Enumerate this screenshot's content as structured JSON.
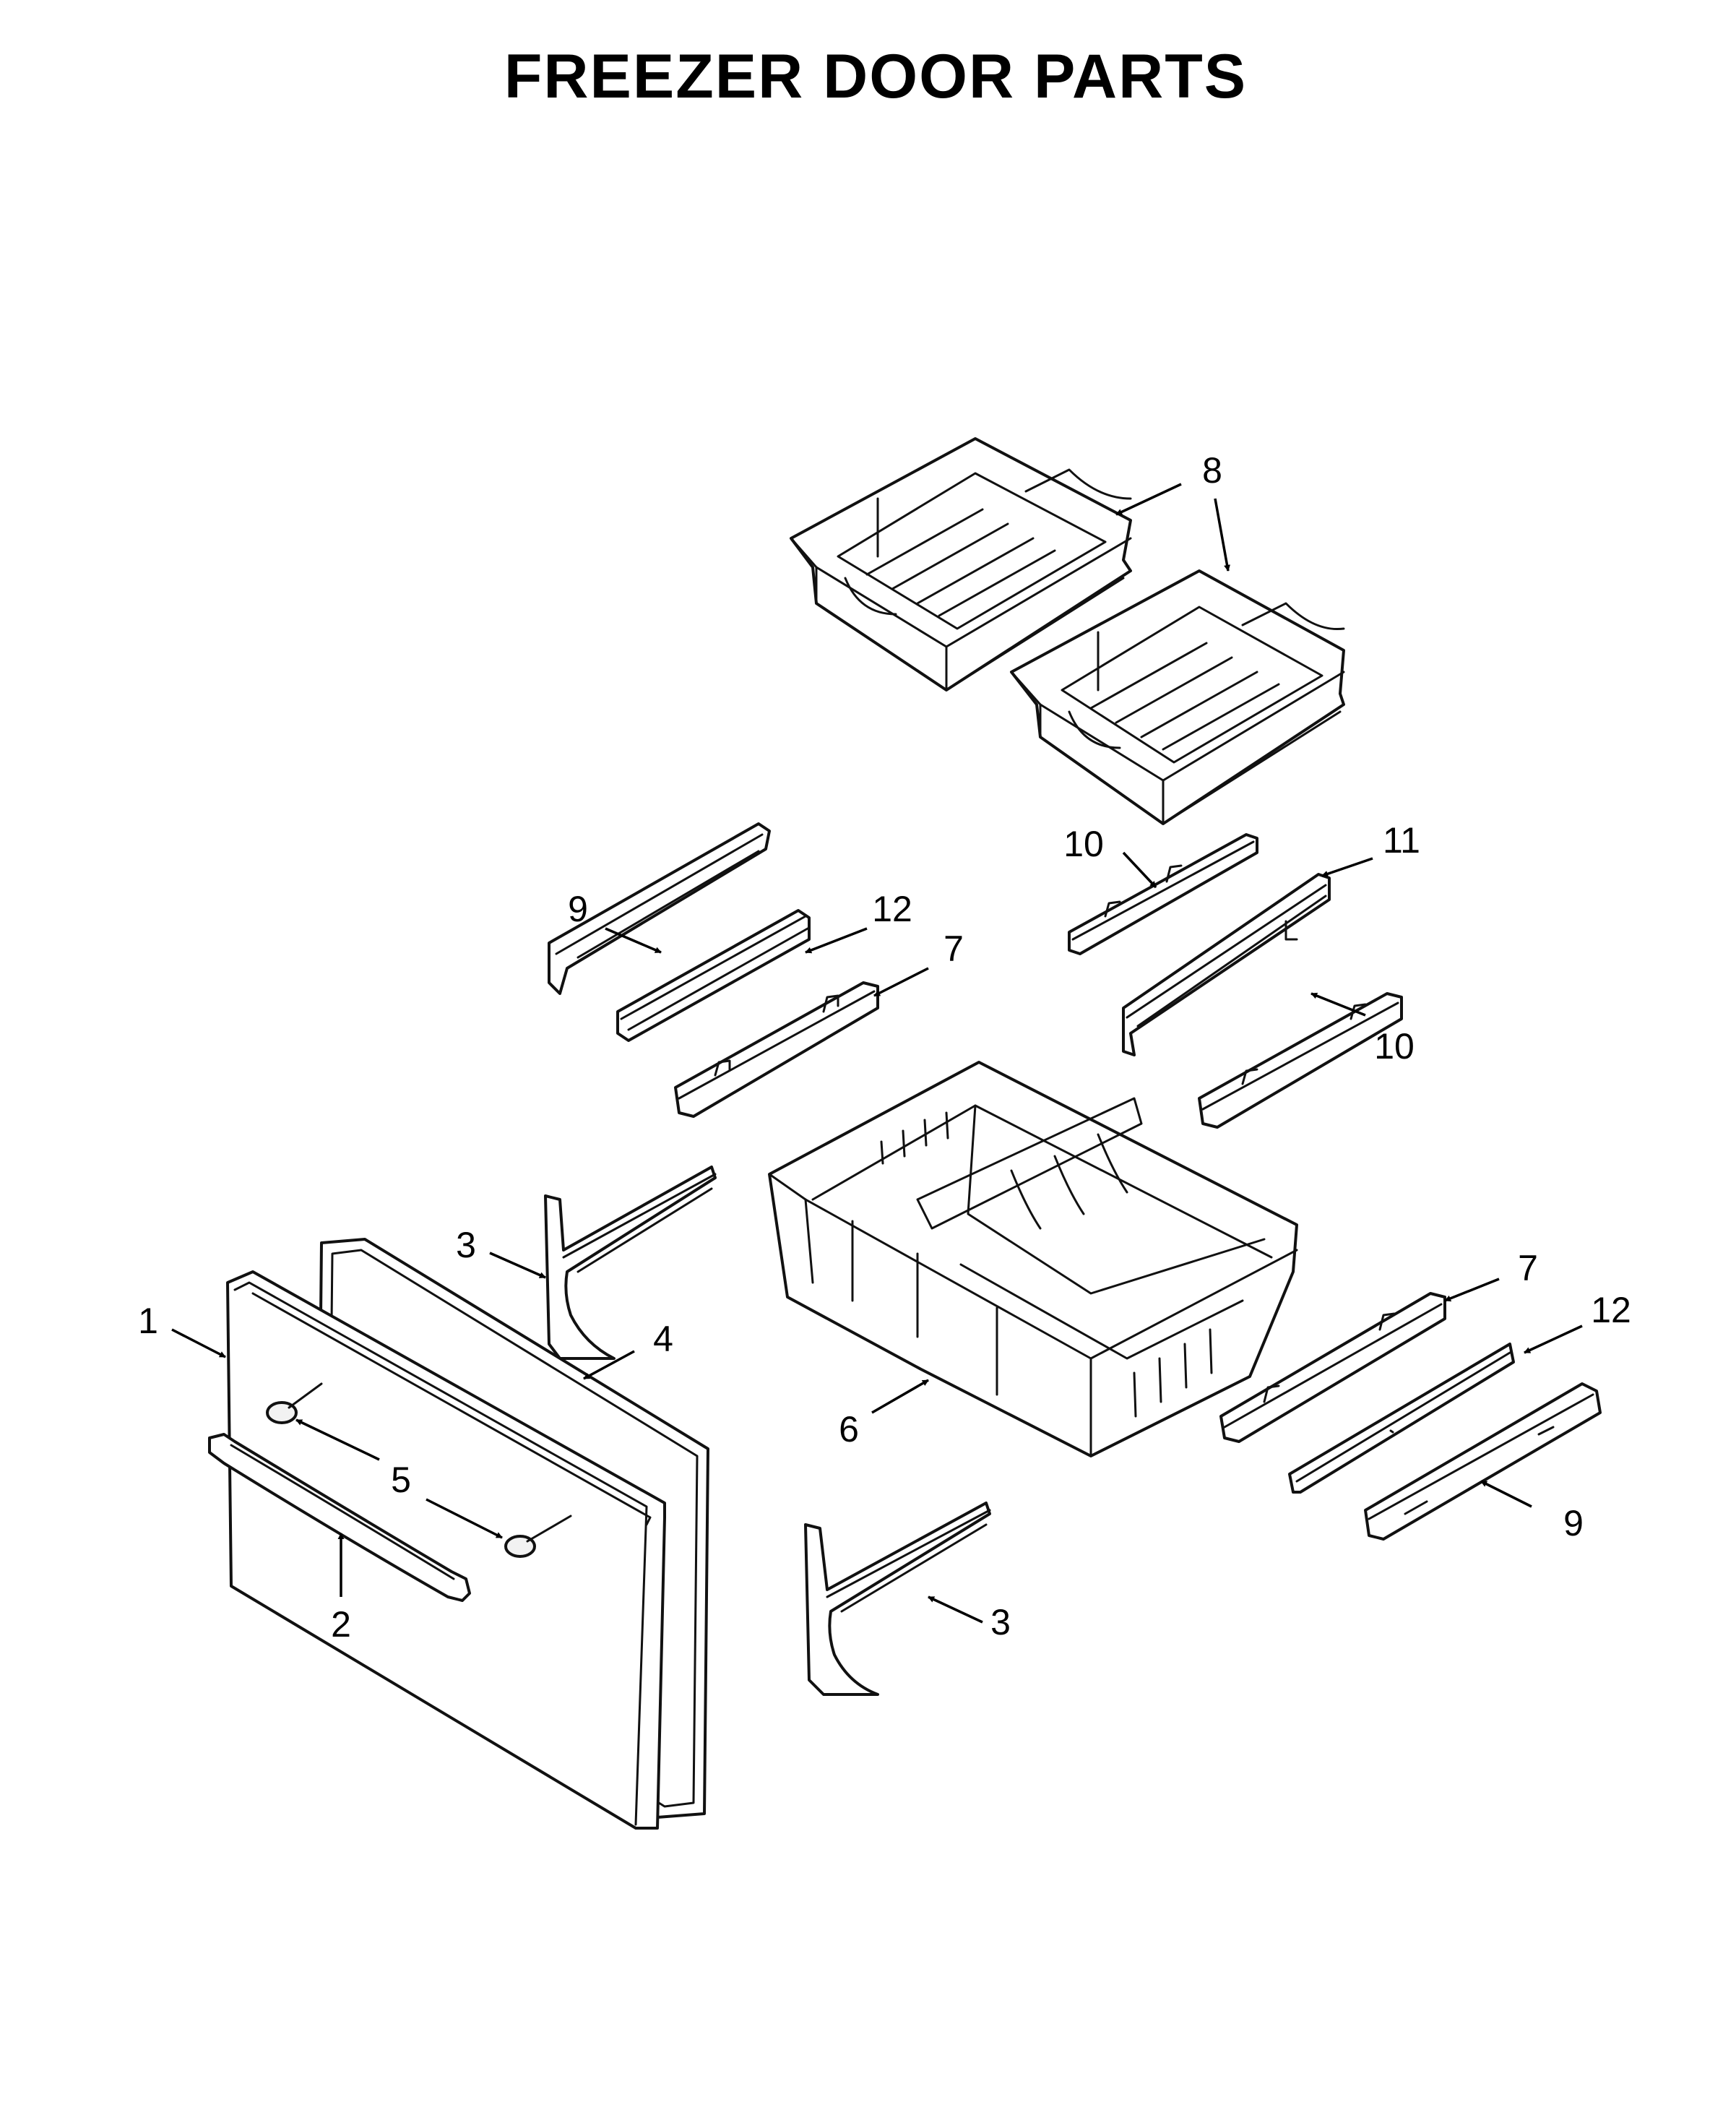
{
  "title": "FREEZER DOOR PARTS",
  "callouts": {
    "c1": "1",
    "c2": "2",
    "c3a": "3",
    "c3b": "3",
    "c4": "4",
    "c5": "5",
    "c6": "6",
    "c7a": "7",
    "c7b": "7",
    "c8": "8",
    "c9a": "9",
    "c9b": "9",
    "c10a": "10",
    "c10b": "10",
    "c11": "11",
    "c12a": "12",
    "c12b": "12"
  },
  "colors": {
    "line": "#111111",
    "background": "#ffffff"
  }
}
